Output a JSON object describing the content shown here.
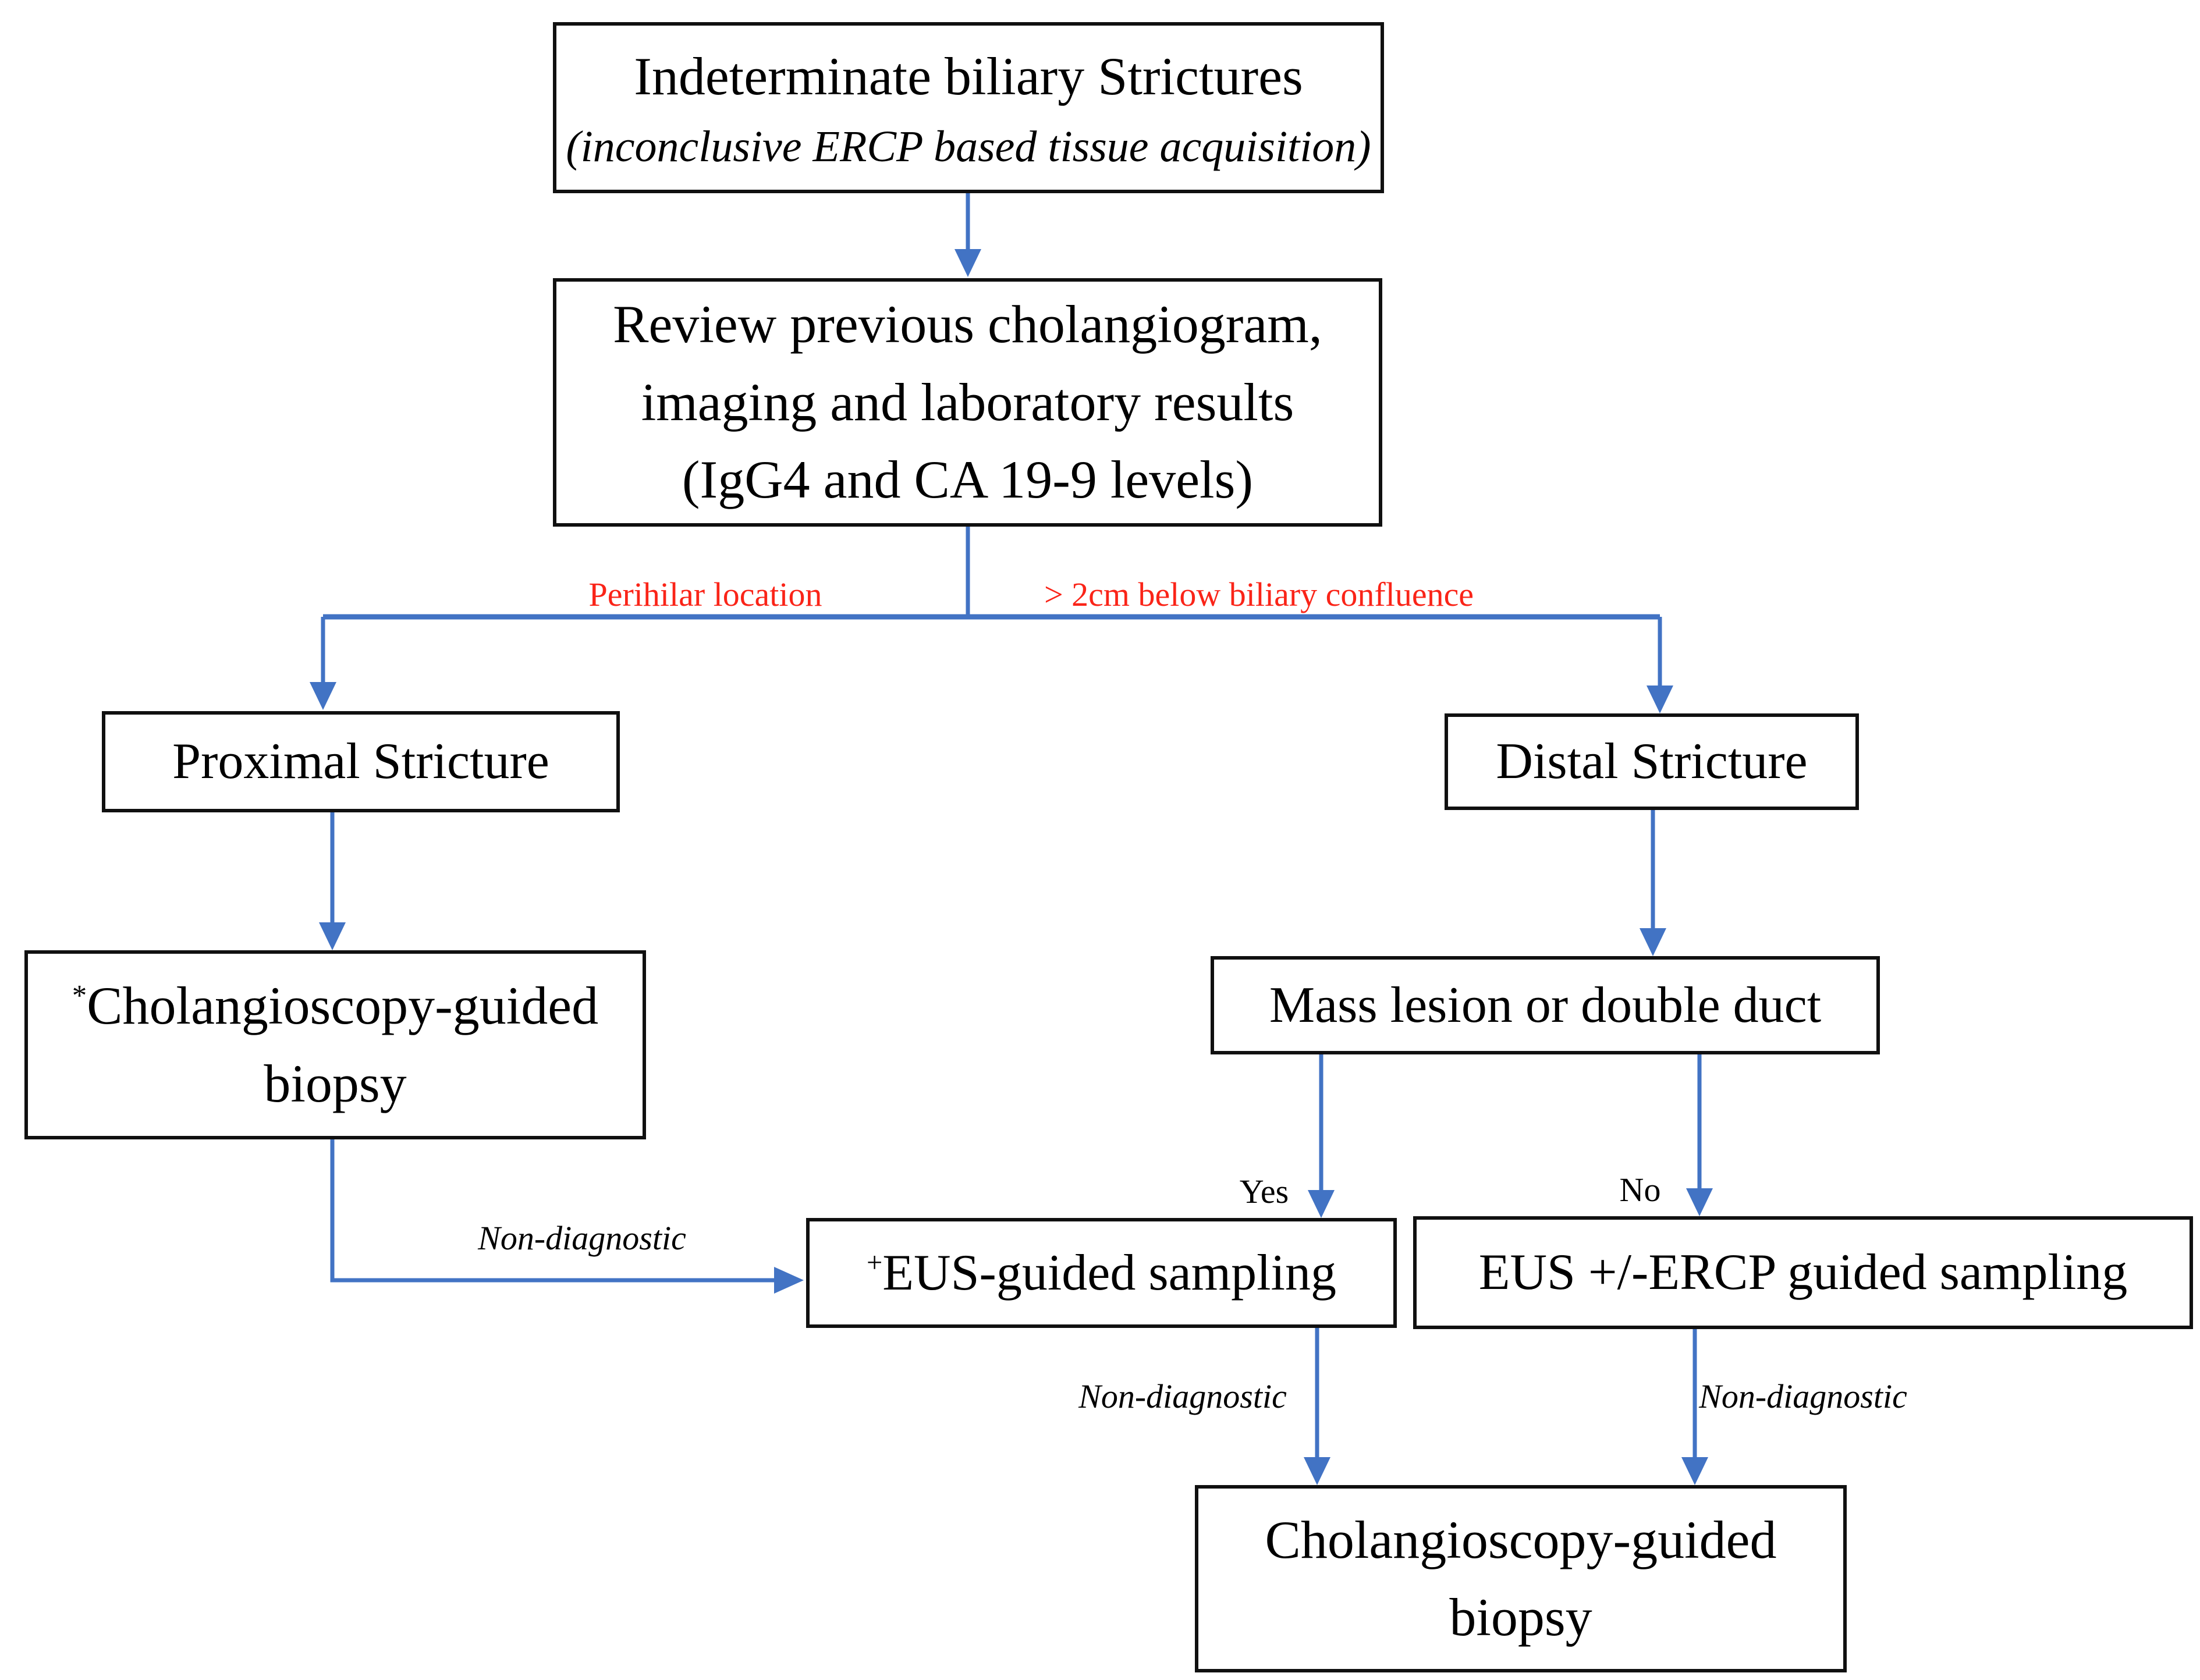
{
  "colors": {
    "connector_blue": "#4273c4",
    "branch_label_red": "#fa2418",
    "box_border": "#101010",
    "text": "#000000",
    "background": "#ffffff"
  },
  "nodes": {
    "indeterminate": {
      "title": "Indeterminate biliary Strictures",
      "subtitle": "(inconclusive ERCP based tissue acquisition)"
    },
    "review": {
      "line1": "Review previous cholangiogram,",
      "line2": "imaging and laboratory results",
      "line3": "(IgG4 and CA 19-9 levels)"
    },
    "proximal": {
      "label": "Proximal Stricture"
    },
    "distal": {
      "label": "Distal Stricture"
    },
    "chol_biopsy_proximal": {
      "marker": "*",
      "line1": "Cholangioscopy-guided",
      "line2": "biopsy"
    },
    "mass_lesion": {
      "label": "Mass lesion or double duct"
    },
    "eus_sampling": {
      "marker": "+",
      "label": "EUS-guided sampling"
    },
    "eus_ercp_sampling": {
      "label": "EUS +/-ERCP guided sampling"
    },
    "chol_biopsy_final": {
      "line1": "Cholangioscopy-guided",
      "line2": "biopsy"
    }
  },
  "edge_labels": {
    "perihilar": "Perihilar location",
    "below_confluence": "> 2cm below biliary confluence",
    "yes": "Yes",
    "no": "No",
    "non_diagnostic_left": "Non-diagnostic",
    "non_diagnostic_mid": "Non-diagnostic",
    "non_diagnostic_right": "Non-diagnostic"
  }
}
